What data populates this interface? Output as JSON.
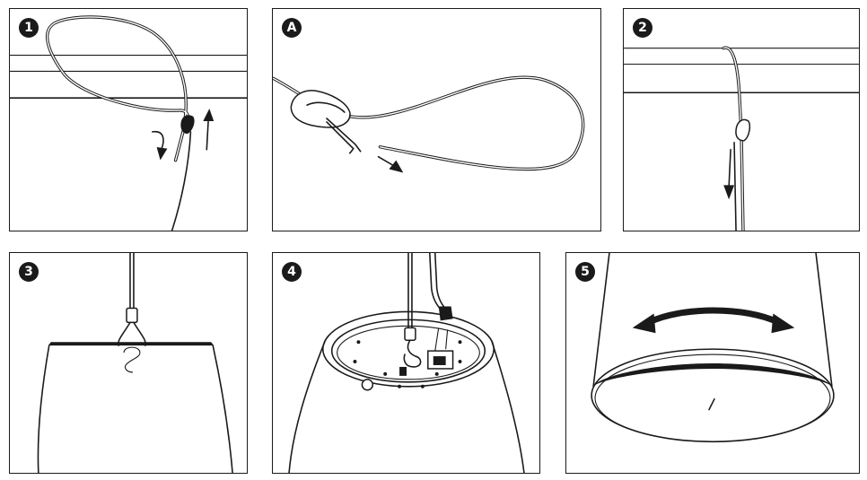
{
  "steps": [
    {
      "id": "p1",
      "label": "1"
    },
    {
      "id": "pA",
      "label": "A"
    },
    {
      "id": "p2",
      "label": "2"
    },
    {
      "id": "p3",
      "label": "3"
    },
    {
      "id": "p4",
      "label": "4"
    },
    {
      "id": "p5",
      "label": "5"
    }
  ],
  "colors": {
    "ink": "#1a1a1a",
    "background": "#ffffff"
  },
  "icons": {
    "arrow_down": "curved-arrow-down-icon",
    "arrow_up": "arrow-up-icon",
    "arrow_pull": "pull-arrow-icon",
    "arrow_rotate": "rotate-double-arrow-icon"
  }
}
